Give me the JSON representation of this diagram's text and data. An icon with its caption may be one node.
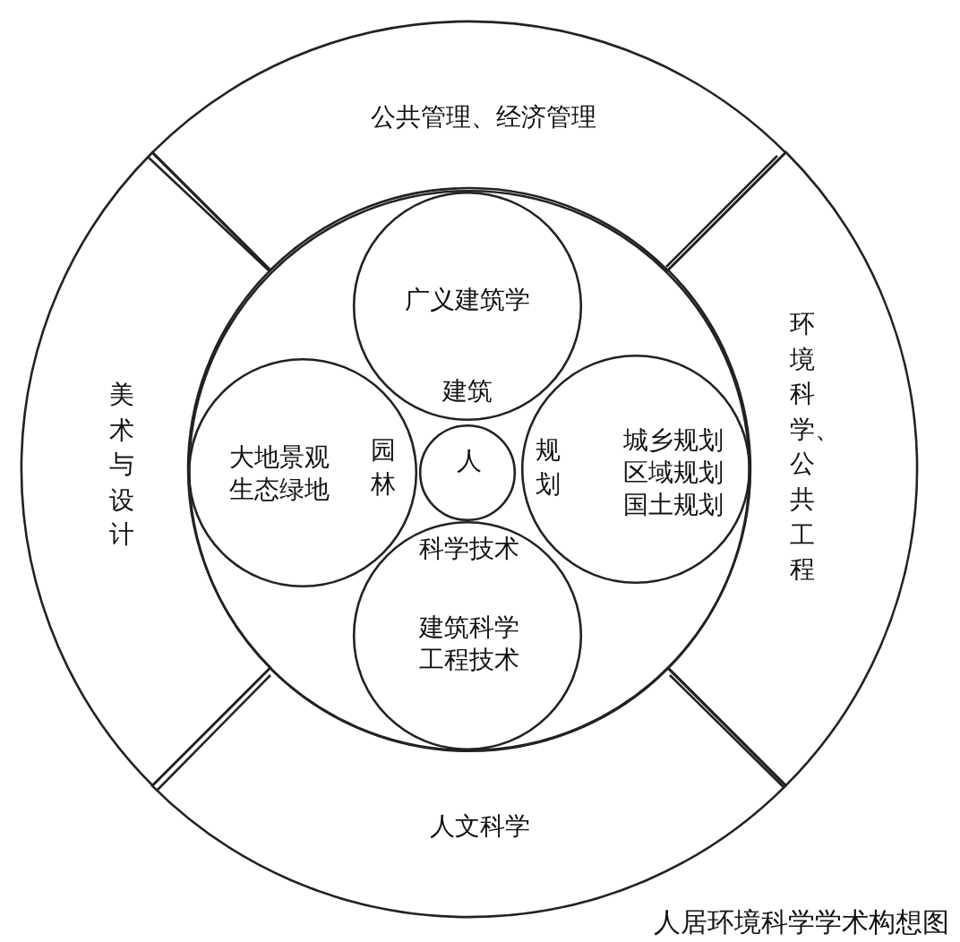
{
  "diagram": {
    "caption": "人居环境科学学术构想图",
    "nodes": [
      {
        "text": [
          "公共管理、经济管理"
        ]
      },
      {
        "text": [
          "美术与设计"
        ]
      },
      {
        "text": [
          "环境科学、公共工程"
        ]
      },
      {
        "text": [
          "人文科学"
        ]
      },
      {
        "text": [],
        "shape": "circle"
      },
      {
        "text": [
          "广义建筑学"
        ],
        "in": 4
      },
      {
        "text": [
          "大地景观生态绿地"
        ],
        "in": 4
      },
      {
        "text": [
          "城乡规划区域规划国土规划"
        ],
        "in": 4
      },
      {
        "text": [
          "建筑科学工程技术"
        ],
        "in": 4
      },
      {
        "text": [
          "人"
        ],
        "in": 4
      }
    ],
    "labels": [
      "建筑",
      "园林",
      "规划",
      "科学技术"
    ]
  }
}
